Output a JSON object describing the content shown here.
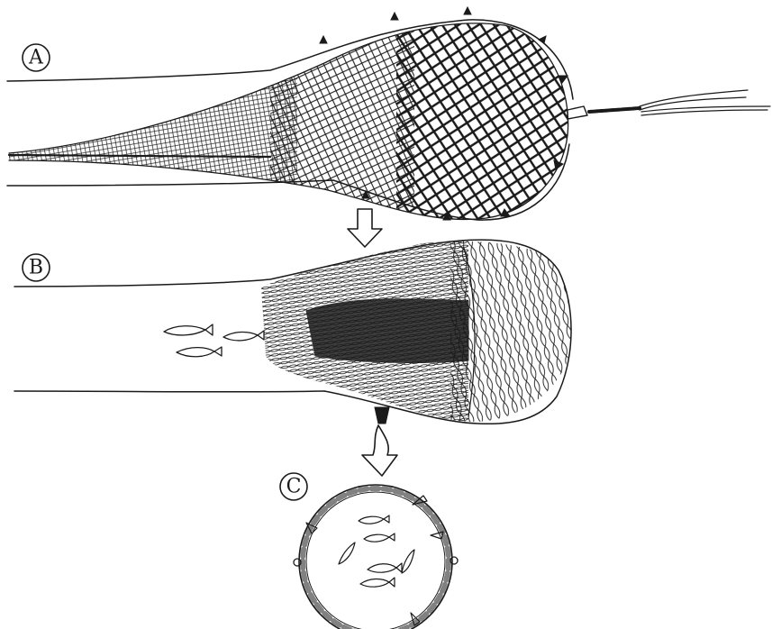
{
  "panels": [
    {
      "id": "A",
      "label": "A"
    },
    {
      "id": "B",
      "label": "B"
    },
    {
      "id": "C",
      "label": "C"
    }
  ],
  "colors": {
    "ink": "#1a1a1a",
    "paper": "#ffffff"
  }
}
